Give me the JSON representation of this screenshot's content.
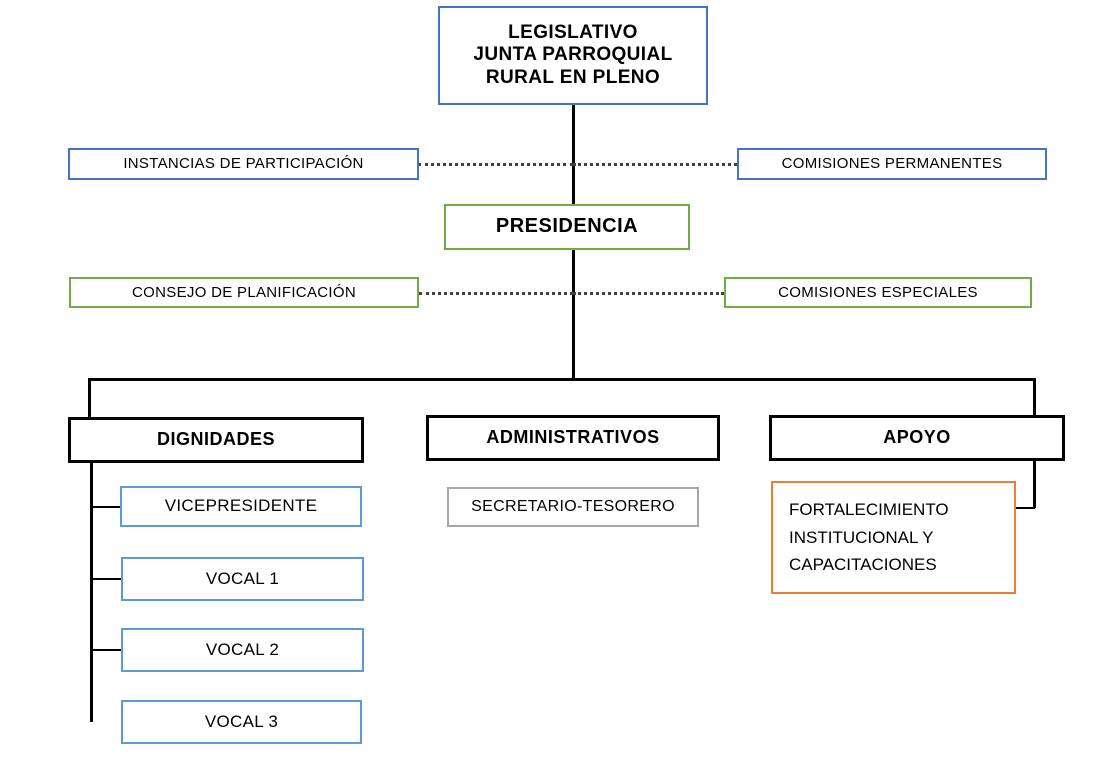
{
  "chart_title": "",
  "palette": {
    "blue_dark": "#4472C4",
    "blue_light": "#5B9BD5",
    "green": "#70AD47",
    "black": "#000000",
    "gray": "#A6A6A6",
    "orange": "#ED7D31",
    "dotted_line": "#404040",
    "background": "#FFFFFF"
  },
  "nodes": {
    "legislativo": {
      "label": "LEGISLATIVO\nJUNTA PARROQUIAL\nRURAL EN PLENO",
      "line1": "LEGISLATIVO",
      "line2": "JUNTA PARROQUIAL",
      "line3": "RURAL EN PLENO",
      "border_color": "#4472C4",
      "level": 1
    },
    "instancias_participacion": {
      "label": "INSTANCIAS DE PARTICIPACIÓN",
      "border_color": "#4472C4",
      "level": 2
    },
    "comisiones_permanentes": {
      "label": "COMISIONES PERMANENTES",
      "border_color": "#4472C4",
      "level": 2
    },
    "presidencia": {
      "label": "PRESIDENCIA",
      "border_color": "#70AD47",
      "level": 3
    },
    "consejo_planificacion": {
      "label": "CONSEJO DE PLANIFICACIÓN",
      "border_color": "#70AD47",
      "level": 4
    },
    "comisiones_especiales": {
      "label": "COMISIONES ESPECIALES",
      "border_color": "#70AD47",
      "level": 4
    },
    "dignidades": {
      "label": "DIGNIDADES",
      "border_color": "#000000",
      "level": 5
    },
    "administrativos": {
      "label": "ADMINISTRATIVOS",
      "border_color": "#000000",
      "level": 5
    },
    "apoyo": {
      "label": "APOYO",
      "border_color": "#000000",
      "level": 5
    },
    "vicepresidente": {
      "label": "VICEPRESIDENTE",
      "border_color": "#5B9BD5",
      "level": 6
    },
    "vocal_1": {
      "label": "VOCAL 1",
      "border_color": "#5B9BD5",
      "level": 6
    },
    "vocal_2": {
      "label": "VOCAL 2",
      "border_color": "#5B9BD5",
      "level": 6
    },
    "vocal_3": {
      "label": "VOCAL 3",
      "border_color": "#5B9BD5",
      "level": 6
    },
    "secretario_tesorero": {
      "label": "SECRETARIO-TESORERO",
      "border_color": "#A6A6A6",
      "level": 6
    },
    "fortalecimiento": {
      "label": "FORTALECIMIENTO INSTITUCIONAL Y CAPACITACIONES",
      "line1": "FORTALECIMIENTO",
      "line2": "INSTITUCIONAL   Y",
      "line3": "CAPACITACIONES",
      "border_color": "#ED7D31",
      "level": 6
    }
  }
}
